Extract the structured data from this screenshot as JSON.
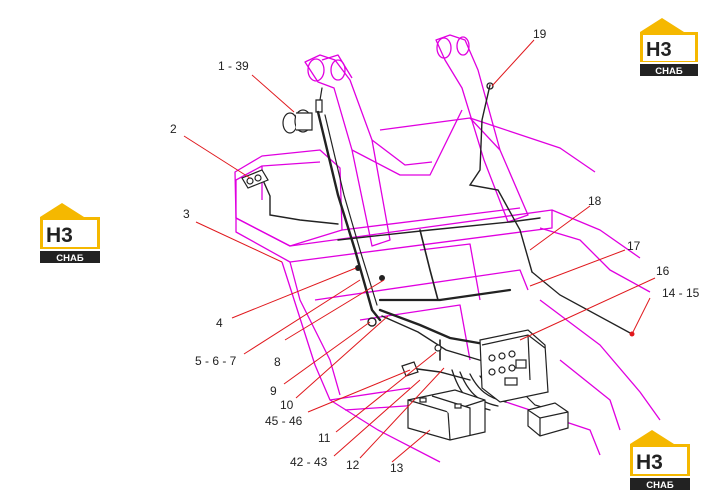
{
  "colors": {
    "frame": "#e000e0",
    "harness": "#222222",
    "leader": "#e0181d",
    "logo_yellow": "#f5b800",
    "logo_dark": "#222222"
  },
  "logo": {
    "mark": "H3",
    "text": "СНАБ"
  },
  "labels": {
    "l1_39": "1 - 39",
    "l2": "2",
    "l3": "3",
    "l4": "4",
    "l5_6_7": "5 - 6 - 7",
    "l8": "8",
    "l9": "9",
    "l10": "10",
    "l45_46": "45 - 46",
    "l11": "11",
    "l42_43": "42 - 43",
    "l12": "12",
    "l13": "13",
    "l14_15": "14 - 15",
    "l16": "16",
    "l17": "17",
    "l18": "18",
    "l19": "19"
  }
}
